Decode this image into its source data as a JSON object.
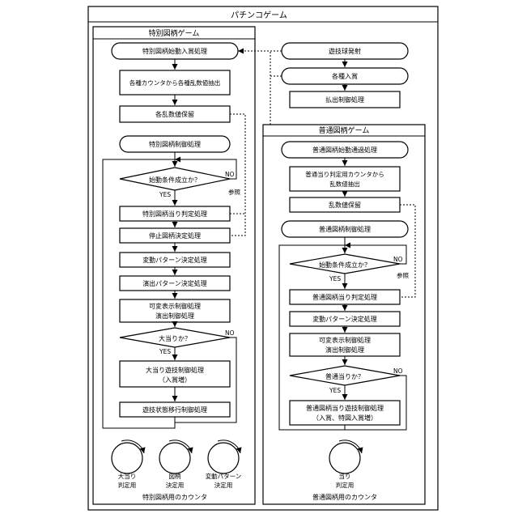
{
  "title": "パチンコゲーム",
  "special": {
    "title": "特別図柄ゲーム",
    "start": "特別図柄始動入賞処理",
    "extract": "各種カウンタから各種乱数値抽出",
    "store": "各乱数値保留",
    "control": "特別図柄制御処理",
    "cond": "始動条件成立か？",
    "no": "NO",
    "yes": "YES",
    "ref": "参照",
    "judge": "特別図柄当り判定処理",
    "stop": "停止図柄決定処理",
    "pattern": "変動パターン決定処理",
    "effect": "演出パターン決定処理",
    "display": [
      "可変表示制御処理",
      "演出制御処理"
    ],
    "jackpot": "大当りか？",
    "jp_no": "NO",
    "jp_yes": "YES",
    "bigwin": [
      "大当り遊技制御処理",
      "（入賞増）"
    ],
    "transition": "遊技状態移行制御処理",
    "counters": [
      {
        "label": [
          "大当り",
          "判定用"
        ]
      },
      {
        "label": [
          "図柄",
          "決定用"
        ]
      },
      {
        "label": [
          "変動パターン",
          "決定用"
        ]
      }
    ],
    "counters_caption": "特別図柄用のカウンタ"
  },
  "launch": "遊技球発射",
  "entry": "各種入賞",
  "payout": "払出制御処理",
  "normal": {
    "title": "普通図柄ゲーム",
    "start": "普通図柄始動通過処理",
    "extract": [
      "普通当り判定用カウンタから",
      "乱数値抽出"
    ],
    "store": "乱数値保留",
    "control": "普通図柄制御処理",
    "cond": "始動条件成立か？",
    "no": "NO",
    "yes": "YES",
    "ref": "参照",
    "judge": "普通図柄当り判定処理",
    "pattern": "変動パターン決定処理",
    "display": [
      "可変表示制御処理",
      "演出制御処理"
    ],
    "hit": "普通当りか？",
    "hit_no": "NO",
    "hit_yes": "YES",
    "hitproc": [
      "普通図柄当り遊技制御処理",
      "（入賞、特図入賞増）"
    ],
    "counter": {
      "label": [
        "当り",
        "判定用"
      ]
    },
    "counter_caption": "普通図柄用のカウンタ"
  }
}
